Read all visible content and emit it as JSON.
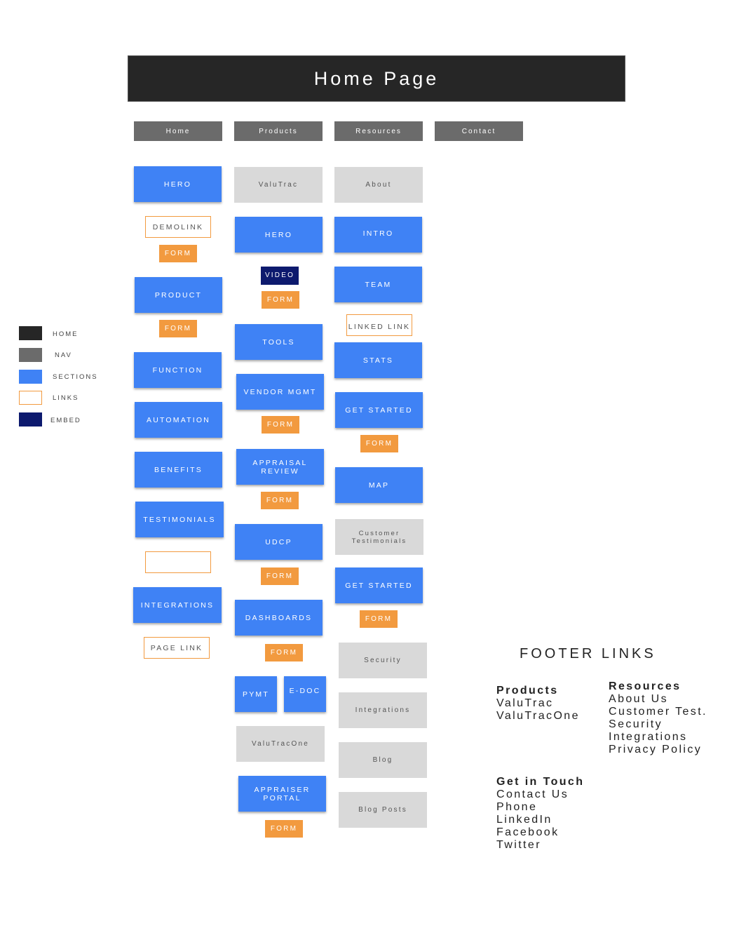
{
  "header": {
    "title": "Home Page"
  },
  "nav": [
    "Home",
    "Products",
    "Resources",
    "Contact"
  ],
  "legend": [
    {
      "label": "HOME",
      "color": "#262626"
    },
    {
      "label": "NAV",
      "color": "#6b6b6b"
    },
    {
      "label": "SECTIONS",
      "color": "#3f82f5"
    },
    {
      "label": "LINKS",
      "color": "#ffffff"
    },
    {
      "label": "EMBED",
      "color": "#0d1a6e"
    }
  ],
  "home_column": {
    "hero": "HERO",
    "demolink": "DEMOLINK",
    "form1": "FORM",
    "product": "PRODUCT",
    "form2": "FORM",
    "function": "FUNCTION",
    "automation": "AUTOMATION",
    "benefits": "BENEFITS",
    "testimonials": "TESTIMONIALS",
    "blank_link": "",
    "integrations": "INTEGRATIONS",
    "page_link": "PAGE LINK"
  },
  "products_column": {
    "valutrac": "ValuTrac",
    "hero": "HERO",
    "video": "VIDEO",
    "form1": "FORM",
    "tools": "TOOLS",
    "vendor_mgmt": "VENDOR MGMT",
    "form2": "FORM",
    "appraisal_review": "APPRAISAL REVIEW",
    "form3": "FORM",
    "udcp": "UDCP",
    "form4": "FORM",
    "dashboards": "DASHBOARDS",
    "form5": "FORM",
    "pymt": "PYMT",
    "edoc": "E-DOC",
    "valutracone": "ValuTracOne",
    "appraiser_portal": "APPRAISER PORTAL",
    "form6": "FORM"
  },
  "resources_column": {
    "about": "About",
    "intro": "INTRO",
    "team": "TEAM",
    "linked_link": "LINKED LINK",
    "stats": "STATS",
    "get_started1": "GET STARTED",
    "form1": "FORM",
    "map": "MAP",
    "customer_testimonials": "Customer Testimonials",
    "get_started2": "GET STARTED",
    "form2": "FORM",
    "security": "Security",
    "integrations": "Integrations",
    "blog": "Blog",
    "blog_posts": "Blog Posts"
  },
  "footer": {
    "title": "FOOTER LINKS",
    "products": {
      "heading": "Products",
      "items": [
        "ValuTrac",
        "ValuTracOne"
      ]
    },
    "resources": {
      "heading": "Resources",
      "items": [
        "About Us",
        "Customer Test.",
        "Security",
        "Integrations",
        "Privacy Policy"
      ]
    },
    "contact": {
      "heading": "Get in Touch",
      "items": [
        "Contact Us",
        "Phone",
        "LinkedIn",
        "Facebook",
        "Twitter"
      ]
    }
  }
}
